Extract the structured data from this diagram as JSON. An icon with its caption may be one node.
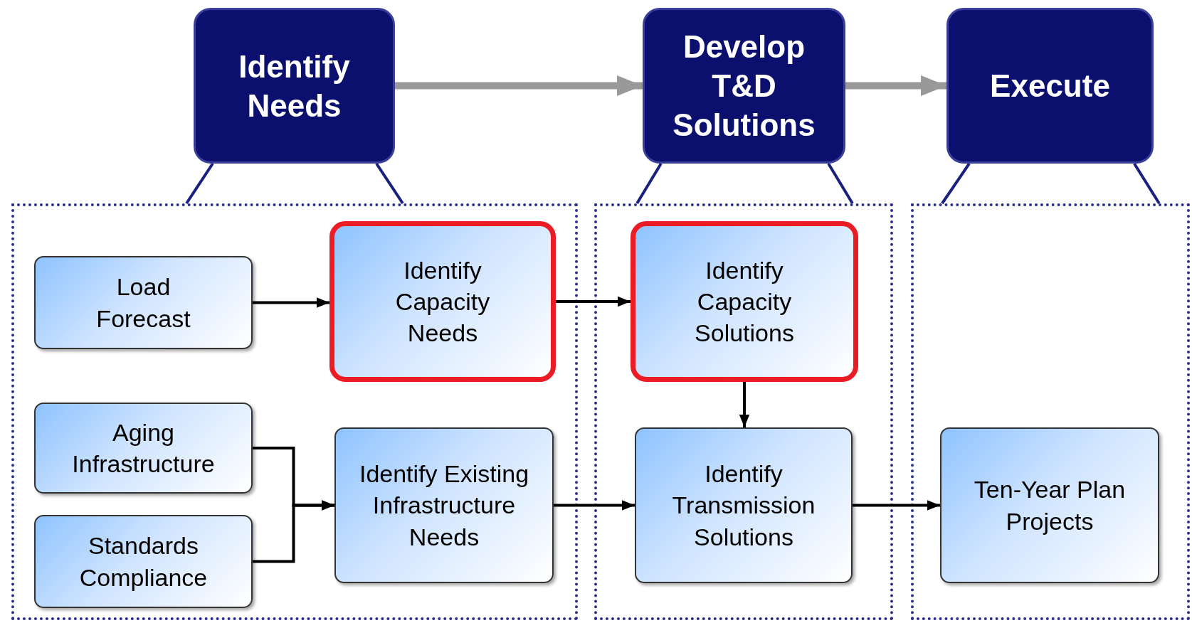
{
  "diagram": {
    "nodes": [
      {
        "text": [
          "Identify Needs"
        ]
      },
      {
        "text": [
          "Develop T&D Solutions"
        ]
      },
      {
        "text": [
          "Execute"
        ]
      },
      {
        "text": [],
        "shape": "box"
      },
      {
        "text": [],
        "shape": "box"
      },
      {
        "text": [],
        "shape": "box"
      },
      {
        "text": [
          "Load Forecast"
        ],
        "in": 3
      },
      {
        "text": [
          "Identify Capacity Needs"
        ],
        "in": 3
      },
      {
        "text": [
          "Aging Infrastructure"
        ],
        "in": 3
      },
      {
        "text": [
          "Standards Compliance"
        ],
        "in": 3
      },
      {
        "text": [
          "Identify Existing Infrastructure Needs"
        ],
        "in": 3
      },
      {
        "text": [
          "Identify Capacity Solutions"
        ],
        "in": 4
      },
      {
        "text": [
          "Identify Transmission Solutions"
        ],
        "in": 4
      },
      {
        "text": [
          "Ten-Year Plan Projects"
        ],
        "in": 5
      }
    ],
    "edges": [
      {
        "from": 0,
        "to": 1,
        "arrow": "to",
        "style": "thick",
        "color": "#999999"
      },
      {
        "from": 1,
        "to": 2,
        "arrow": "to",
        "style": "thick",
        "color": "#999999"
      },
      {
        "from": 0,
        "to": 3,
        "arrow": "none",
        "color": "#1a2080"
      },
      {
        "from": 0,
        "to": 3,
        "arrow": "none",
        "color": "#1a2080"
      },
      {
        "from": 1,
        "to": 4,
        "arrow": "none",
        "color": "#1a2080"
      },
      {
        "from": 1,
        "to": 4,
        "arrow": "none",
        "color": "#1a2080"
      },
      {
        "from": 2,
        "to": 5,
        "arrow": "none",
        "color": "#1a2080"
      },
      {
        "from": 2,
        "to": 5,
        "arrow": "none",
        "color": "#1a2080"
      },
      {
        "from": 6,
        "to": 7,
        "arrow": "to"
      },
      {
        "from": 7,
        "to": 11,
        "arrow": "to"
      },
      {
        "from": 11,
        "to": 12,
        "arrow": "to"
      },
      {
        "from": 8,
        "to": 10,
        "arrow": "to"
      },
      {
        "from": 9,
        "to": 10,
        "arrow": "to"
      },
      {
        "from": 10,
        "to": 12,
        "arrow": "to"
      },
      {
        "from": 12,
        "to": 13,
        "arrow": "to"
      }
    ]
  }
}
